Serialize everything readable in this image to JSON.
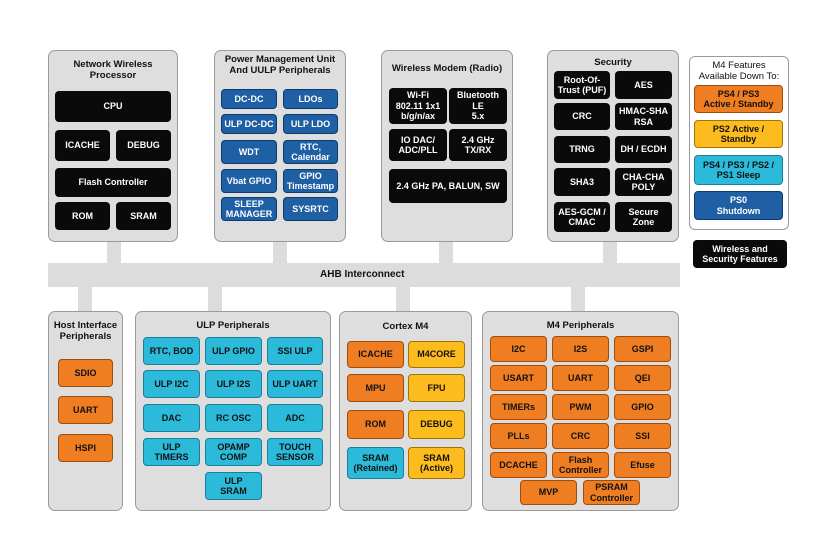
{
  "bus": {
    "label": "AHB Interconnect"
  },
  "network_wireless_processor": {
    "title": "Network Wireless\nProcessor",
    "blocks": [
      "CPU",
      "ICACHE",
      "DEBUG",
      "Flash Controller",
      "ROM",
      "SRAM"
    ]
  },
  "pmu": {
    "title": "Power Management Unit\nAnd UULP Peripherals",
    "blocks": [
      "DC-DC",
      "LDOs",
      "ULP DC-DC",
      "ULP LDO",
      "WDT",
      "RTC,\nCalendar",
      "Vbat GPIO",
      "GPIO\nTimestamp",
      "SLEEP\nMANAGER",
      "SYSRTC"
    ]
  },
  "wireless_modem": {
    "title": "Wireless Modem (Radio)",
    "blocks": [
      "Wi-Fi\n802.11 1x1\nb/g/n/ax",
      "Bluetooth\nLE\n5.x",
      "IO DAC/\nADC/PLL",
      "2.4 GHz\nTX/RX",
      "2.4 GHz PA, BALUN, SW"
    ]
  },
  "security": {
    "title": "Security",
    "blocks": [
      "Root-Of-\nTrust (PUF)",
      "AES",
      "CRC",
      "HMAC-SHA\nRSA",
      "TRNG",
      "DH / ECDH",
      "SHA3",
      "CHA-CHA\nPOLY",
      "AES-GCM /\nCMAC",
      "Secure\nZone"
    ]
  },
  "legend": {
    "title": "M4 Features\nAvailable Down To:",
    "items": [
      "PS4 / PS3\nActive / Standby",
      "PS2 Active /\nStandby",
      "PS4 / PS3 / PS2 /\nPS1 Sleep",
      "PS0\nShutdown"
    ],
    "wireless_security": "Wireless and\nSecurity Features",
    "colors": {
      "orange": "#ef7d22",
      "yellow": "#fdbc1e",
      "cyan": "#2bbad9",
      "blue": "#1f5fa4",
      "black": "#0a0a0a"
    }
  },
  "host_interface": {
    "title": "Host Interface\nPeripherals",
    "blocks": [
      "SDIO",
      "UART",
      "HSPI"
    ]
  },
  "ulp_peripherals": {
    "title": "ULP Peripherals",
    "blocks": [
      "RTC, BOD",
      "ULP GPIO",
      "SSI ULP",
      "ULP I2C",
      "ULP I2S",
      "ULP UART",
      "DAC",
      "RC OSC",
      "ADC",
      "ULP\nTIMERS",
      "OPAMP\nCOMP",
      "TOUCH\nSENSOR",
      "ULP\nSRAM"
    ]
  },
  "cortex_m4": {
    "title": "Cortex M4",
    "blocks": [
      "ICACHE",
      "M4CORE",
      "MPU",
      "FPU",
      "ROM",
      "DEBUG",
      "SRAM\n(Retained)",
      "SRAM\n(Active)"
    ]
  },
  "m4_peripherals": {
    "title": "M4 Peripherals",
    "blocks": [
      "I2C",
      "I2S",
      "GSPI",
      "USART",
      "UART",
      "QEI",
      "TIMERs",
      "PWM",
      "GPIO",
      "PLLs",
      "CRC",
      "SSI",
      "DCACHE",
      "Flash\nController",
      "Efuse",
      "MVP",
      "PSRAM\nController"
    ]
  }
}
